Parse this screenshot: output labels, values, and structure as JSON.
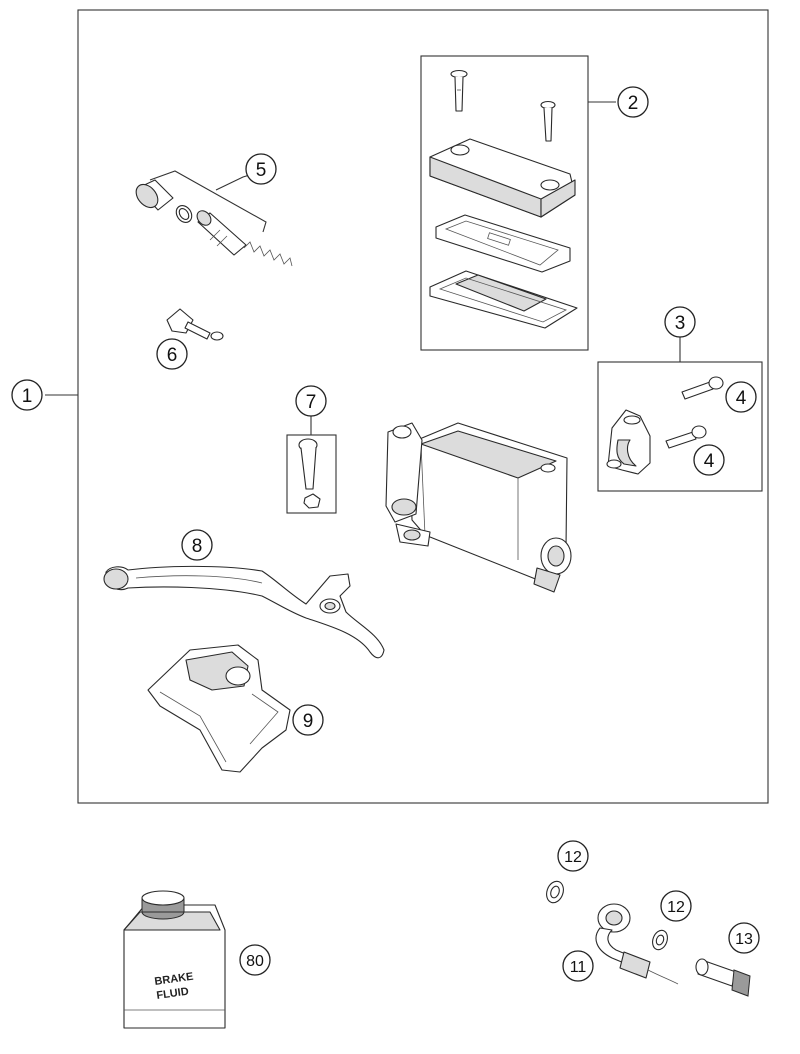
{
  "callouts": {
    "c1": "1",
    "c2": "2",
    "c3": "3",
    "c4a": "4",
    "c4b": "4",
    "c5": "5",
    "c6": "6",
    "c7": "7",
    "c8": "8",
    "c9": "9",
    "c80": "80",
    "c11": "11",
    "c12a": "12",
    "c12b": "12",
    "c13": "13"
  },
  "bottle": {
    "label_line1": "BRAKE",
    "label_line2": "FLUID"
  }
}
